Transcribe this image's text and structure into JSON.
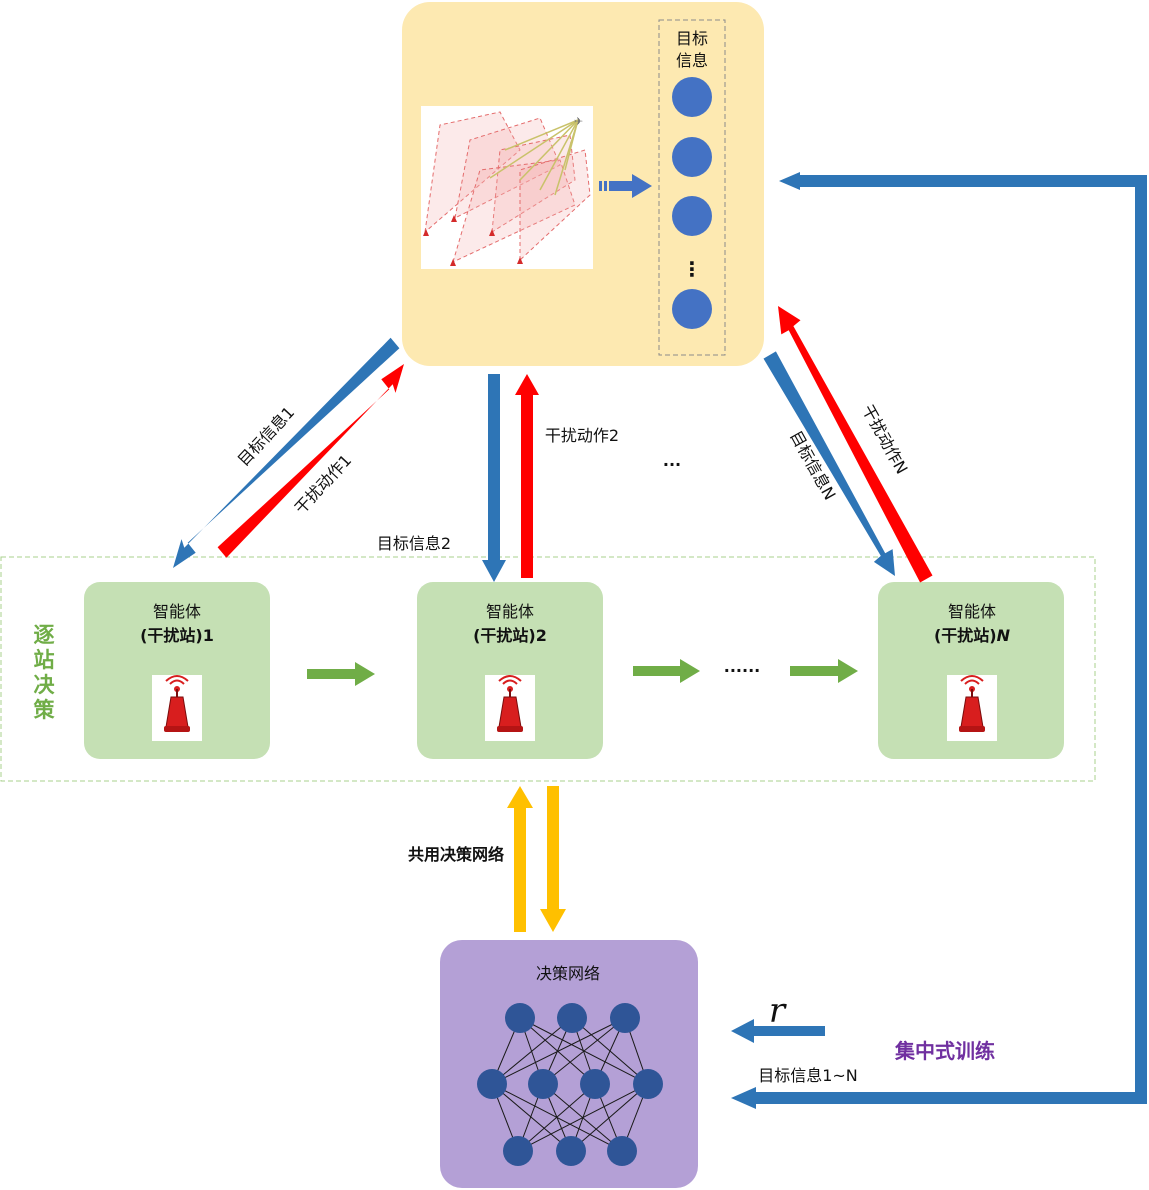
{
  "target_panel": {
    "info_title": "目标\n信息",
    "ellipsis": "⋮"
  },
  "links": {
    "target_info_1": "目标信息1",
    "jam_action_1": "干扰动作1",
    "target_info_2": "目标信息2",
    "jam_action_2": "干扰动作2",
    "middle_ellipsis": "···",
    "target_info_n": "目标信息N",
    "jam_action_n": "干扰动作N"
  },
  "agents": [
    {
      "line1": "智能体",
      "line2_prefix": "(干扰站)",
      "line2_suffix": "1",
      "suffix_italic": false
    },
    {
      "line1": "智能体",
      "line2_prefix": "(干扰站)",
      "line2_suffix": "2",
      "suffix_italic": false
    },
    {
      "line1": "智能体",
      "line2_prefix": "(干扰站)",
      "line2_suffix": "N",
      "suffix_italic": true
    }
  ],
  "sequence_ellipsis": "······",
  "sequential_decision_label": "逐站决策",
  "shared_network_label": "共用决策网络",
  "decision_network_title": "决策网络",
  "reward_symbol": "r",
  "all_target_info_label": "目标信息1~N",
  "centralized_training_label": "集中式训练",
  "colors": {
    "blue_arrow": "#2e75b6",
    "red_arrow": "#ff0000",
    "green_arrow": "#70ad47",
    "yellow_arrow": "#ffc000",
    "panel_yellow": "#fde9b1",
    "agent_green": "#c5e0b4",
    "network_purple": "#b4a0d6",
    "node_blue": "#4472c4"
  }
}
